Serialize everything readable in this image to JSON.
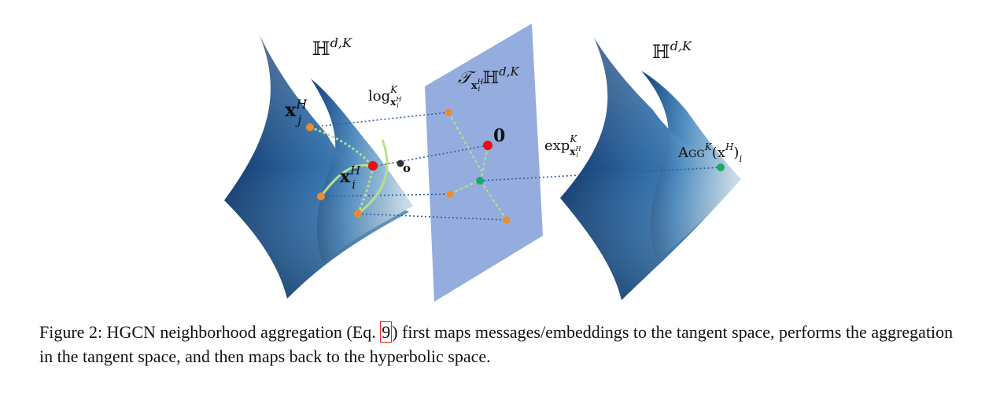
{
  "figure": {
    "left_space_label": "ℍ",
    "right_space_label": "ℍ",
    "space_superscript": "d,K",
    "tangent_space_label": "𝒯",
    "tangent_subscript": "x",
    "tangent_subscript_sup": "H",
    "tangent_subscript_sub": "i",
    "tangent_space_symbol": "ℍ",
    "log_map_label": "log",
    "exp_map_label": "exp",
    "map_superscript": "K",
    "map_subscript": "x",
    "map_subscript_sup": "H",
    "map_subscript_sub": "i",
    "neighbor_point_label": "x",
    "neighbor_point_sup": "H",
    "neighbor_point_sub": "j",
    "center_point_label": "x",
    "center_point_sup": "H",
    "center_point_sub": "i",
    "origin_label": "o",
    "tangent_origin_label": "0",
    "aggregation_label": "Agg",
    "aggregation_sup": "K",
    "aggregation_arg": "(x",
    "aggregation_arg_sup": "H",
    "aggregation_arg_close": ")",
    "aggregation_sub": "i",
    "colors": {
      "manifold_dark": "#0f3a6e",
      "manifold_light": "#a9cde3",
      "tangent_plane": "#8ea9dc",
      "neighbor_point": "#f08a2a",
      "center_point": "#e81010",
      "origin_point": "#333333",
      "aggregated_point": "#1aa866",
      "geodesic": "#b7e08a",
      "map_line": "#2f5aa0"
    }
  },
  "caption": {
    "prefix": "Figure 2: HGCN neighborhood aggregation (Eq. ",
    "eq_ref": "9",
    "suffix": ") first maps messages/embeddings to the tangent space, performs the aggregation in the tangent space, and then maps back to the hyperbolic space."
  }
}
